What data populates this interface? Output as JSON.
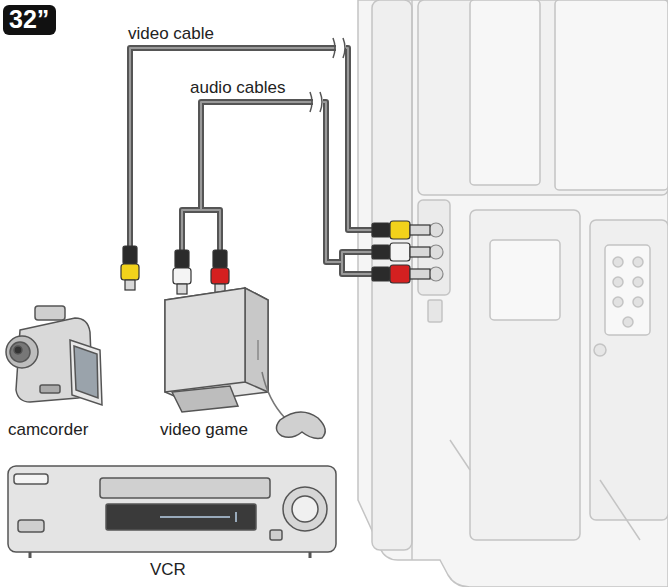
{
  "diagram": {
    "nodes": [
      {
        "text": [
          "32”"
        ]
      }
    ],
    "labels": [
      "video cable",
      "audio cables",
      "camcorder",
      "video game",
      "VCR"
    ]
  }
}
